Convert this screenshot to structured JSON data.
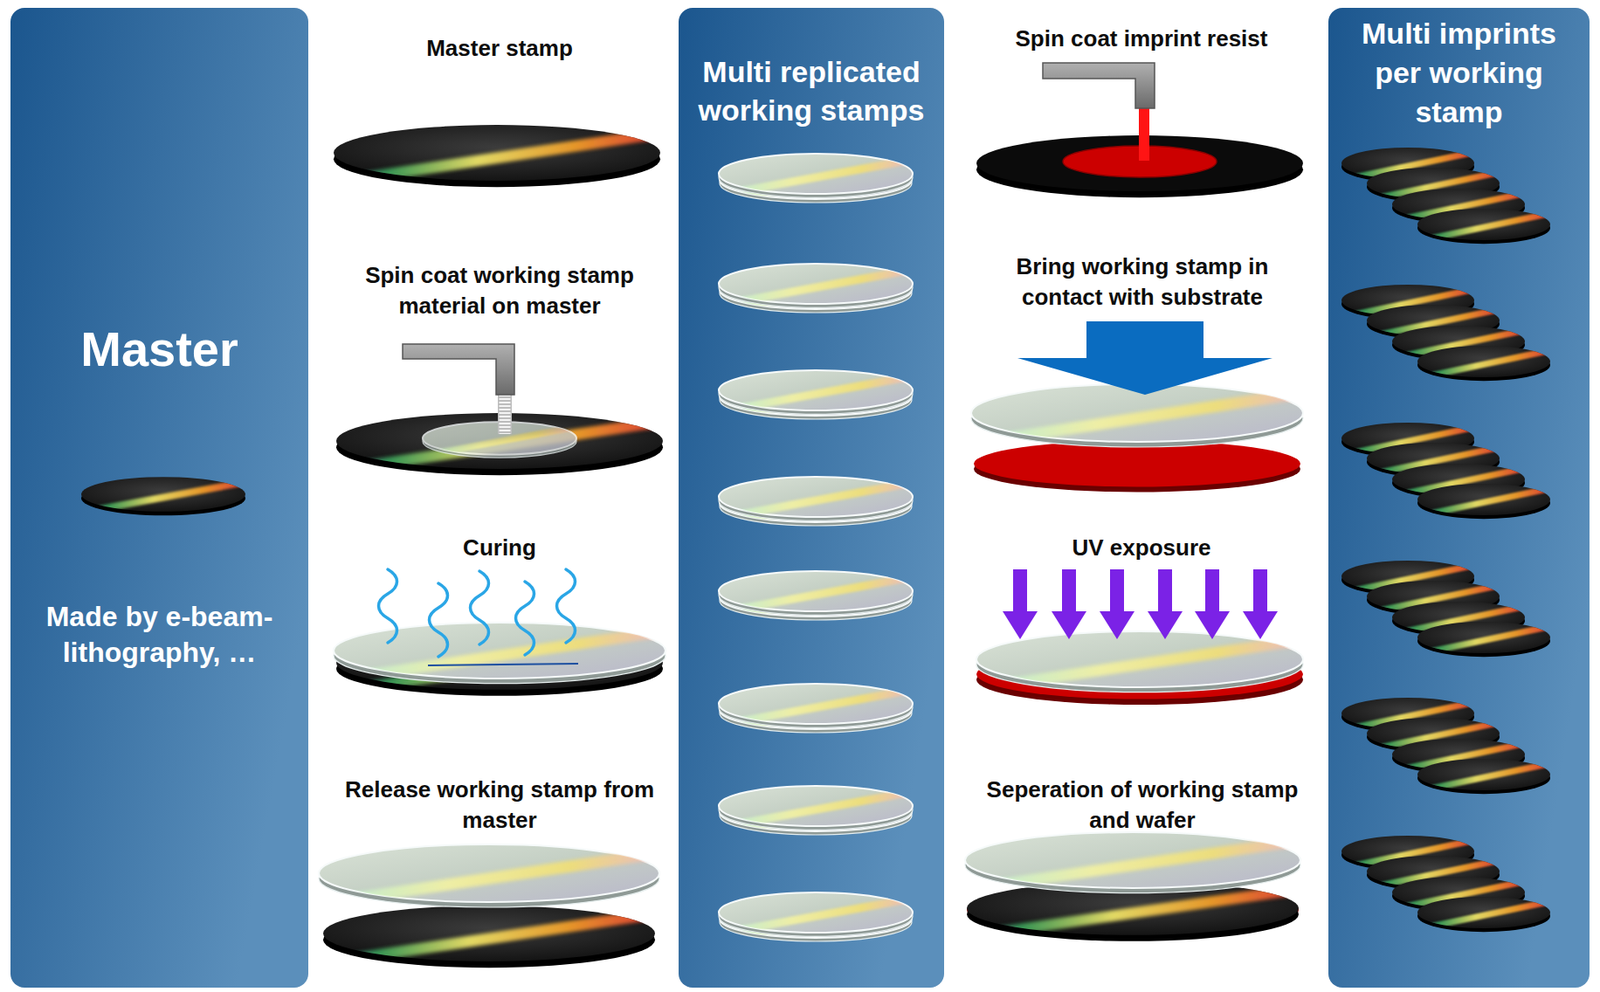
{
  "diagram": {
    "nodes": [
      {
        "text": [
          "Master",
          "Made by e-beam-lithography, …"
        ]
      },
      {
        "text": [
          "Multi replicated working stamps"
        ]
      },
      {
        "text": [
          "Multi imprints per working stamp"
        ]
      }
    ],
    "labels": [
      "Master stamp",
      "Spin coat working stamp material on master",
      "Curing",
      "Release working stamp from master",
      "Spin coat imprint resist",
      "Bring working stamp in contact with substrate",
      "UV exposure",
      "Seperation of working stamp and wafer"
    ]
  }
}
